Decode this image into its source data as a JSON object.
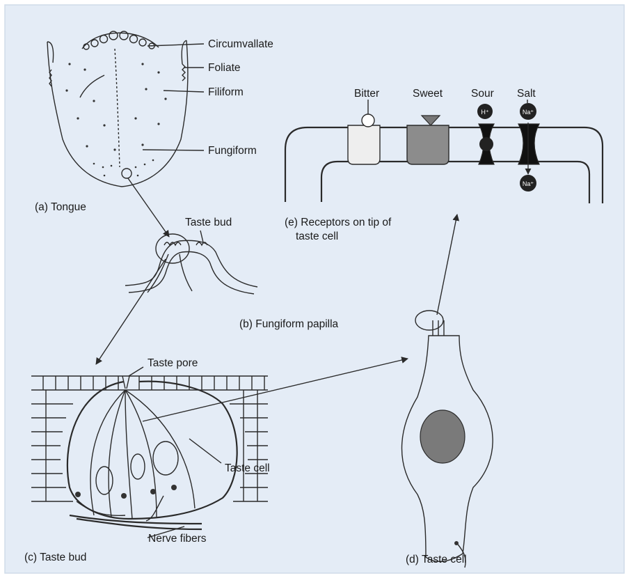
{
  "colors": {
    "panel_background": "#e4ecf6",
    "border": "#cfdbe9",
    "ink": "#2a2a2a",
    "sweet_receptor": "#8c8c8c",
    "bitter_receptor": "#eeeeee",
    "ion": "#222222",
    "nucleus": "#7a7a7a"
  },
  "labels": {
    "tongue": {
      "circumvallate": "Circumvallate",
      "foliate": "Foliate",
      "filiform": "Filiform",
      "fungiform": "Fungiform",
      "caption": "(a) Tongue"
    },
    "papilla": {
      "taste_bud": "Taste bud",
      "caption": "(b) Fungiform papilla"
    },
    "bud": {
      "taste_pore": "Taste pore",
      "taste_cell": "Taste cell",
      "nerve_fibers": "Nerve fibers",
      "caption": "(c) Taste bud"
    },
    "cell": {
      "caption": "(d) Taste cell"
    },
    "receptors": {
      "bitter": "Bitter",
      "sweet": "Sweet",
      "sour": "Sour",
      "salt": "Salt",
      "caption_line1": "(e) Receptors on tip of",
      "caption_line2": "taste cell",
      "ion_h": "H⁺",
      "ion_na": "Na⁺"
    }
  },
  "icons": {
    "tongue": "tongue-illustration",
    "papilla": "fungiform-papilla-illustration",
    "bud": "taste-bud-illustration",
    "cell": "taste-cell-illustration",
    "receptors": "cell-membrane-receptors-illustration"
  }
}
